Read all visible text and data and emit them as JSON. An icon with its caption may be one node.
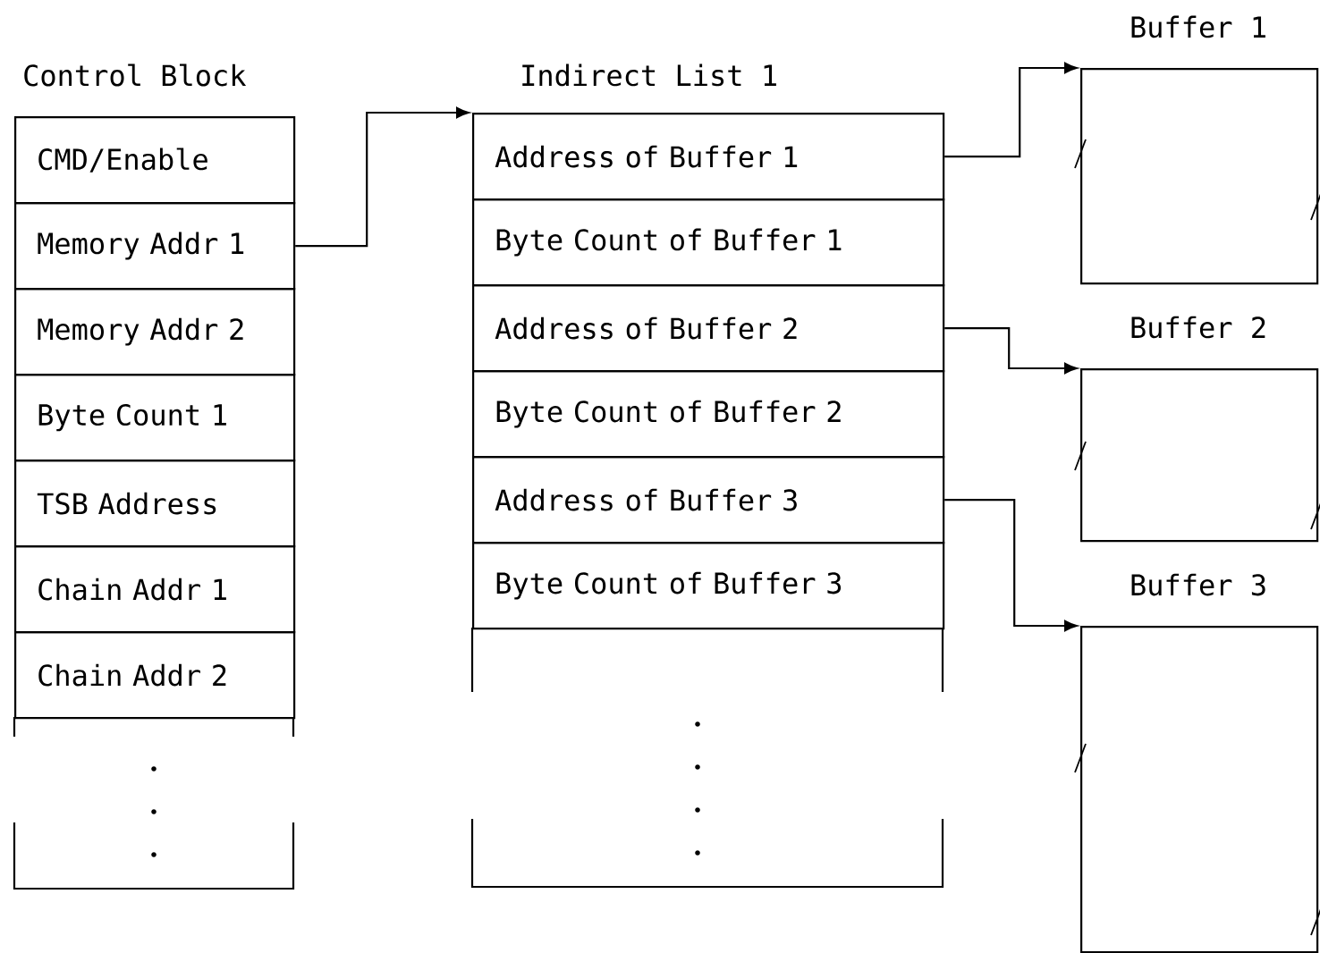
{
  "diagram": {
    "nodes": [
      {
        "text": [
          "Control Block"
        ]
      },
      {
        "text": [
          "CMD/Enable"
        ],
        "in": 0
      },
      {
        "text": [
          "Memory Addr 1"
        ],
        "in": 0
      },
      {
        "text": [
          "Memory Addr 2"
        ],
        "in": 0
      },
      {
        "text": [
          "Byte Count 1"
        ],
        "in": 0
      },
      {
        "text": [
          "TSB Address"
        ],
        "in": 0
      },
      {
        "text": [
          "Chain Addr 1"
        ],
        "in": 0
      },
      {
        "text": [
          "Chain Addr 2"
        ],
        "in": 0
      },
      {
        "text": [
          "Indirect List 1"
        ]
      },
      {
        "text": [
          "Address of Buffer 1"
        ],
        "in": 8
      },
      {
        "text": [
          "Byte Count of Buffer 1"
        ],
        "in": 8
      },
      {
        "text": [
          "Address of Buffer 2"
        ],
        "in": 8
      },
      {
        "text": [
          "Byte Count of Buffer 2"
        ],
        "in": 8
      },
      {
        "text": [
          "Address of Buffer 3"
        ],
        "in": 8
      },
      {
        "text": [
          "Byte Count of Buffer 3"
        ],
        "in": 8
      },
      {
        "text": [
          "Buffer 1"
        ]
      },
      {
        "text": [
          "Buffer 2"
        ]
      },
      {
        "text": [
          "Buffer 3"
        ]
      }
    ],
    "edges": [
      {
        "from": 2,
        "to": 8,
        "arrow": "to"
      },
      {
        "from": 9,
        "to": 15,
        "arrow": "to"
      },
      {
        "from": 11,
        "to": 16,
        "arrow": "to"
      },
      {
        "from": 13,
        "to": 17,
        "arrow": "to"
      }
    ]
  }
}
